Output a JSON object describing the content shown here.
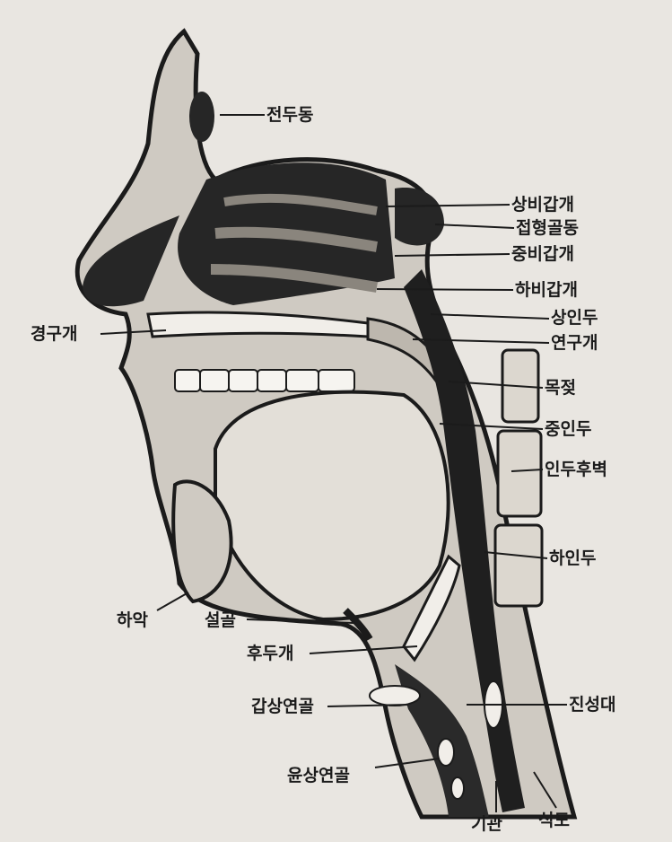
{
  "labels": {
    "frontal_sinus": "전두동",
    "superior_turbinate": "상비갑개",
    "sphenoid_sinus": "접형골동",
    "middle_turbinate": "중비갑개",
    "inferior_turbinate": "하비갑개",
    "nasopharynx": "상인두",
    "soft_palate": "연구개",
    "hard_palate": "경구개",
    "uvula": "목젖",
    "oropharynx": "중인두",
    "posterior_pharyngeal_wall": "인두후벽",
    "hypopharynx": "하인두",
    "mandible": "하악",
    "hyoid_bone": "설골",
    "epiglottis": "후두개",
    "thyroid_cartilage": "갑상연골",
    "vocal_cord": "진성대",
    "cricoid_cartilage": "윤상연골",
    "trachea": "기관",
    "esophagus": "식도"
  },
  "colors": {
    "paper": "#e9e6e1",
    "ink": "#1b1b1b",
    "tissue": "#cfcac2"
  }
}
